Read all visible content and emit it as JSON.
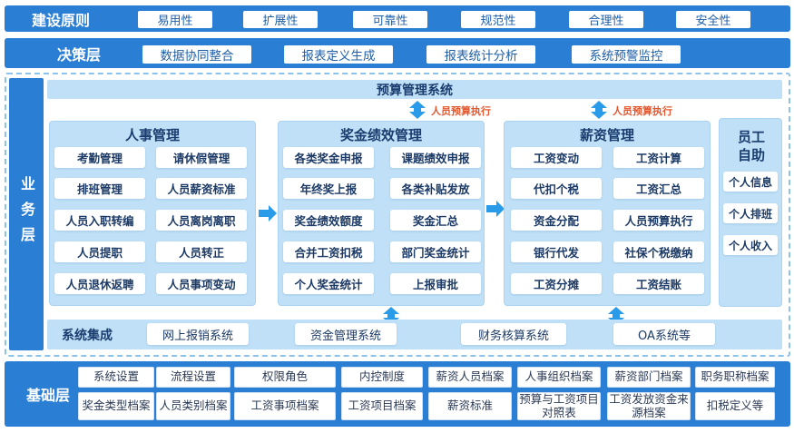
{
  "principles": {
    "title": "建设原则",
    "items": [
      "易用性",
      "扩展性",
      "可靠性",
      "规范性",
      "合理性",
      "安全性"
    ]
  },
  "decision": {
    "title": "决策层",
    "items": [
      "数据协同整合",
      "报表定义生成",
      "报表统计分析",
      "系统预警监控"
    ]
  },
  "business": {
    "side_label": "业务层",
    "system_title": "预算管理系统",
    "flow_label_left": "人员预算执行",
    "flow_label_right": "人员预算执行",
    "hr": {
      "title": "人事管理",
      "items": [
        "考勤管理",
        "请休假管理",
        "排班管理",
        "人员薪资标准",
        "人员入职转编",
        "人员离岗离职",
        "人员提职",
        "人员转正",
        "人员退休返聘",
        "人员事项变动"
      ]
    },
    "bonus": {
      "title": "奖金绩效管理",
      "items": [
        "各类奖金申报",
        "课题绩效申报",
        "年终奖上报",
        "各类补贴发放",
        "奖金绩效额度",
        "奖金汇总",
        "合并工资扣税",
        "部门奖金统计",
        "个人奖金统计",
        "上报审批"
      ]
    },
    "salary": {
      "title": "薪资管理",
      "items": [
        "工资变动",
        "工资计算",
        "代扣个税",
        "工资汇总",
        "资金分配",
        "人员预算执行",
        "银行代发",
        "社保个税缴纳",
        "工资分摊",
        "工资结账"
      ]
    },
    "self": {
      "title": "员工自助",
      "items": [
        "个人信息",
        "个人排班",
        "个人收入"
      ]
    },
    "integration": {
      "title": "系统集成",
      "items": [
        "网上报销系统",
        "资金管理系统",
        "财务核算系统",
        "OA系统等"
      ]
    }
  },
  "foundation": {
    "title": "基础层",
    "row1": [
      "系统设置",
      "流程设置",
      "权限角色",
      "内控制度",
      "薪资人员档案",
      "人事组织档案",
      "薪资部门档案",
      "职务职称档案"
    ],
    "row2": [
      "奖金类型档案",
      "人员类别档案",
      "工资事项档案",
      "工资项目档案",
      "薪资标准",
      "预算与工资项目对照表",
      "工资发放资金来源档案",
      "扣税定义等"
    ]
  },
  "colors": {
    "band": "#2a7fd4",
    "panel": "#bfe0f6",
    "arrow": "#2a9be8",
    "accent_label": "#e4572e"
  }
}
